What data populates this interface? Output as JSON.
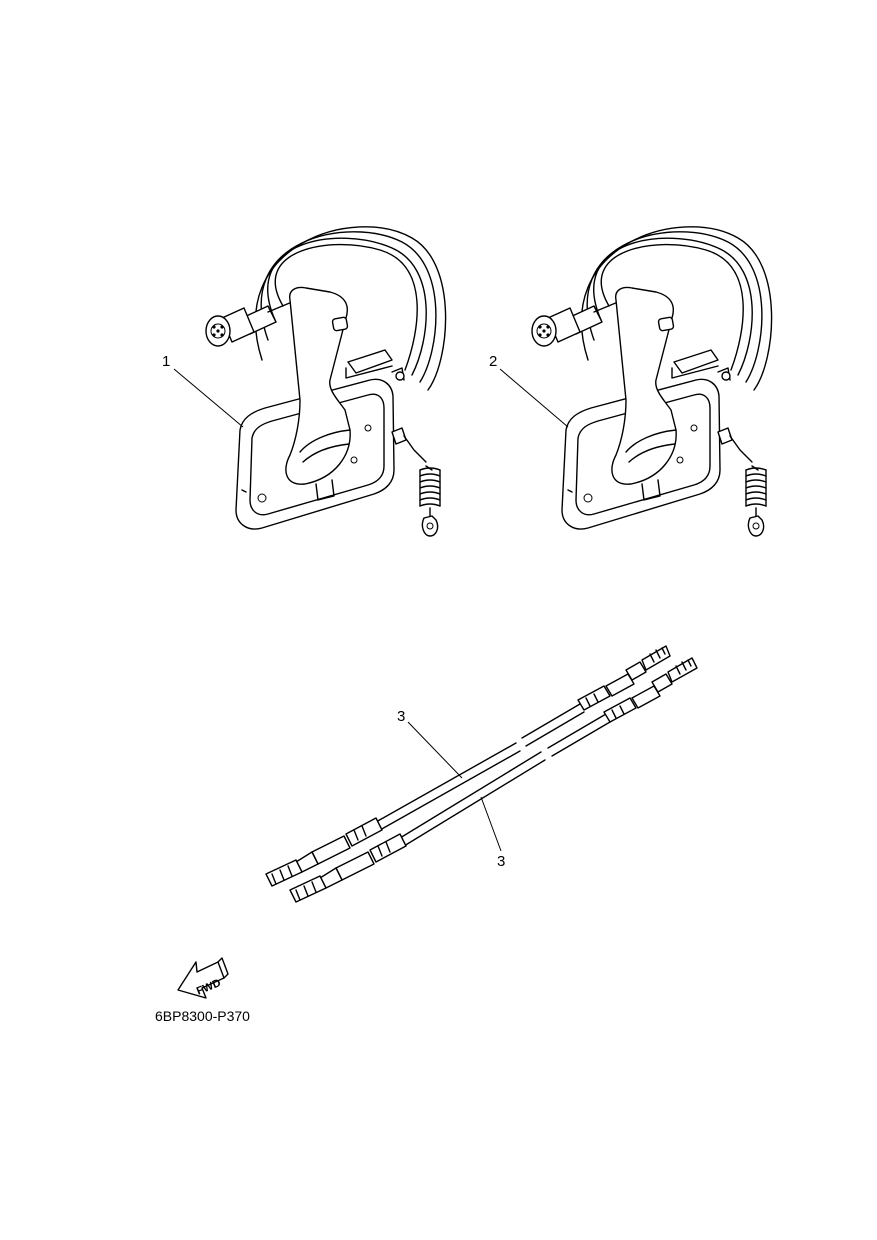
{
  "callouts": {
    "item_1": "1",
    "item_2": "2",
    "item_3a": "3",
    "item_3b": "3"
  },
  "fwd_badge": {
    "text": "FWD"
  },
  "diagram_code": "6BP8300-P370",
  "icons": [
    "remote-control-box",
    "throttle-shift-cable",
    "fwd-arrow"
  ]
}
